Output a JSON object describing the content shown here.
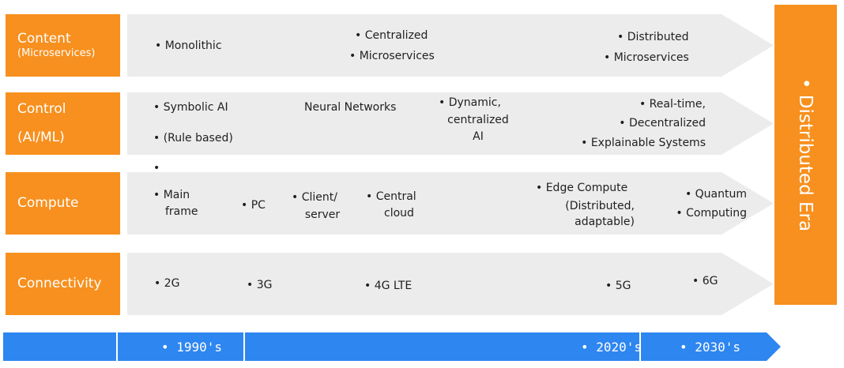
{
  "rows": [
    {
      "label": "Content",
      "sub": "(Microservices)",
      "items": [
        "• Monolithic",
        "• Centralized",
        "• Microservices",
        "• Distributed",
        "• Microservices"
      ]
    },
    {
      "label": "Control",
      "sub": "(AI/ML)",
      "items": [
        "• Symbolic AI",
        "• (Rule based)",
        "Neural Networks",
        "• Dynamic,",
        "centralized",
        "AI",
        "• Real-time,",
        "• Decentralized",
        "• Explainable Systems"
      ]
    },
    {
      "label": "Compute",
      "items": [
        "•",
        "• Main",
        "frame",
        "• PC",
        "• Client/",
        "server",
        "• Central",
        "cloud",
        "• Edge Compute",
        "(Distributed,",
        "adaptable)",
        "• Quantum",
        "• Computing"
      ]
    },
    {
      "label": "Connectivity",
      "items": [
        "• 2G",
        "• 3G",
        "• 4G LTE",
        "• 5G",
        "• 6G"
      ]
    }
  ],
  "era": "• Distributed Era",
  "timeline": [
    "• 1990's",
    "• 2020's",
    "• 2030's"
  ],
  "colors": {
    "orange": "#f7901e",
    "band_gray": "#ececec",
    "timeline_blue": "#2e86f0"
  }
}
